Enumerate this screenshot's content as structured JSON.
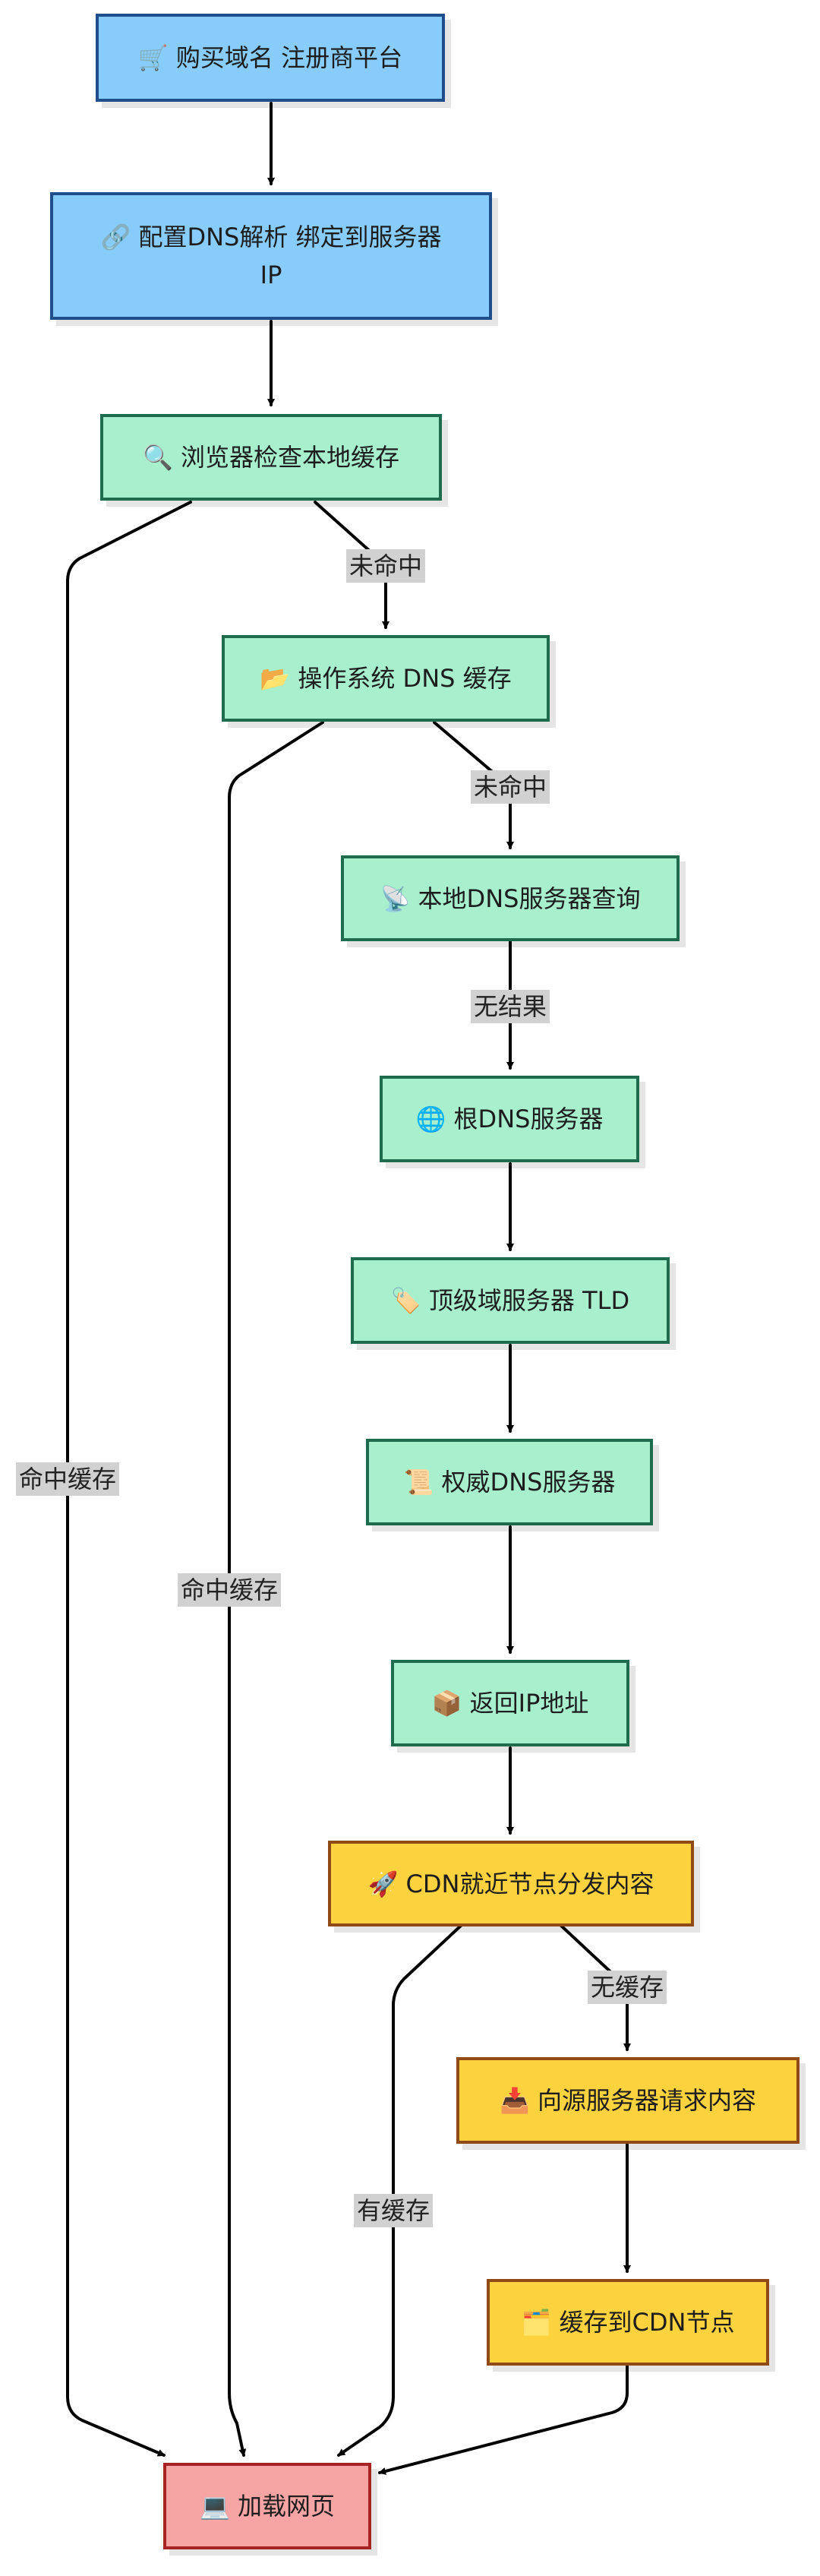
{
  "nodes": {
    "buy_domain": "🛒 购买域名 注册商平台",
    "config_dns": "🔗 配置DNS解析 绑定到服务器 IP",
    "browser_cache": "🔍 浏览器检查本地缓存",
    "os_cache": "📂 操作系统 DNS 缓存",
    "local_dns": "📡 本地DNS服务器查询",
    "root_dns": "🌐 根DNS服务器",
    "tld_server": "🏷️ 顶级域服务器 TLD",
    "auth_dns": "📜 权威DNS服务器",
    "return_ip": "📦 返回IP地址",
    "cdn": "🚀 CDN就近节点分发内容",
    "origin_request": "📥 向源服务器请求内容",
    "cache_cdn": "🗂️ 缓存到CDN节点",
    "load_page": "💻 加载网页"
  },
  "edges": {
    "browser_miss": "未命中",
    "browser_hit": "命中缓存",
    "os_miss": "未命中",
    "os_hit": "命中缓存",
    "local_no_result": "无结果",
    "cdn_no_cache": "无缓存",
    "cdn_has_cache": "有缓存"
  }
}
